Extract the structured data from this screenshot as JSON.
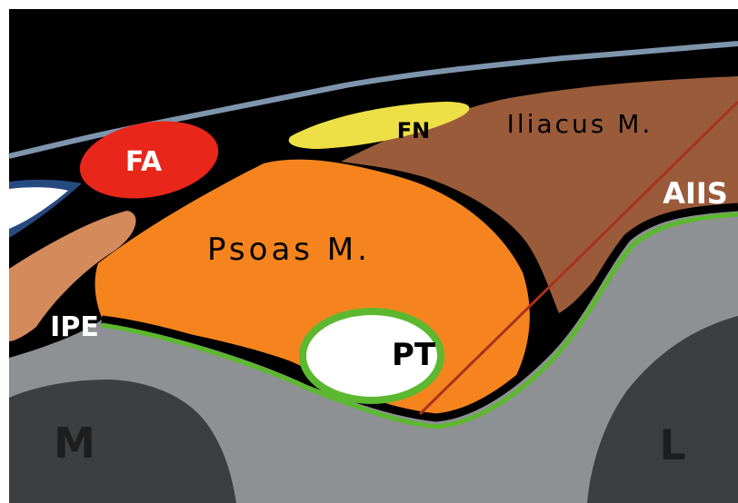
{
  "diagram": {
    "labels": {
      "fa": "FA",
      "fn": "FN",
      "iliacus": "Iliacus M.",
      "aiis": "AIIS",
      "psoas": "Psoas M.",
      "ipe": "IPE",
      "pt": "PT",
      "m": "M",
      "l": "L"
    }
  },
  "colors": {
    "background": "#000000",
    "skin_line": "#7f95ad",
    "femoral_artery": "#e8261a",
    "femoral_nerve": "#ede046",
    "iliacus": "#9a5b3a",
    "psoas": "#f5841f",
    "bone": "#8e9193",
    "deep_structure": "#3d3e3f",
    "green_outline": "#5cb82e",
    "red_line": "#a8321f",
    "tan_structure": "#d48a5a",
    "vessel_blue": "#264a80",
    "tendon": "#ffffff"
  }
}
